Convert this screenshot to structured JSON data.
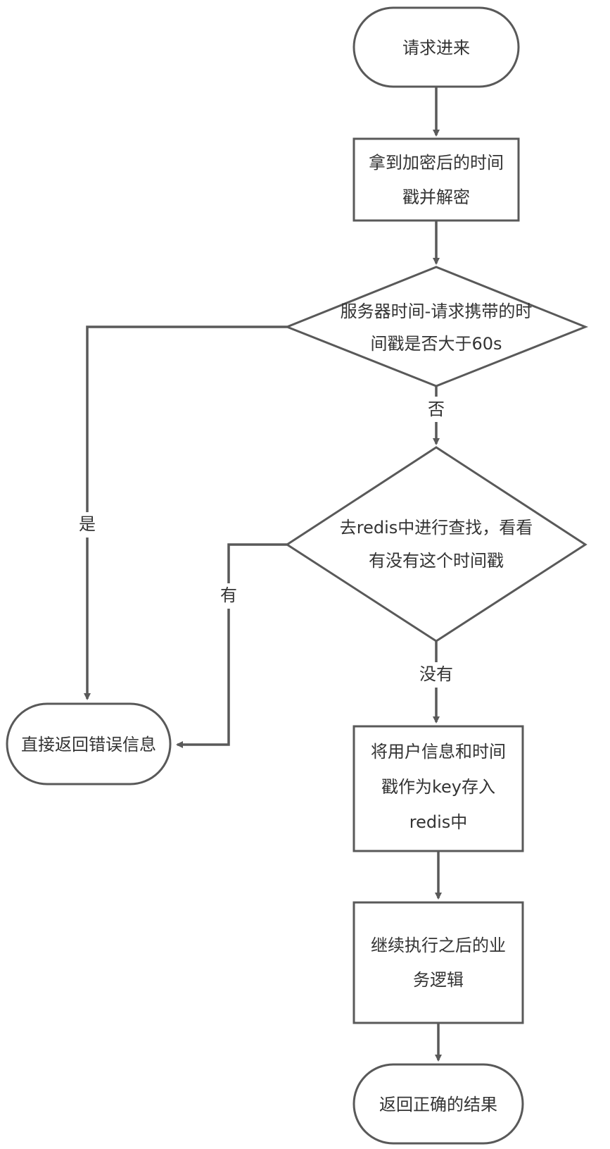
{
  "colors": {
    "stroke": "#595959",
    "text": "#333333",
    "background": "#ffffff"
  },
  "nodes": {
    "start": {
      "shape": "terminal",
      "lines": [
        "请求进来"
      ]
    },
    "decrypt": {
      "shape": "process",
      "lines": [
        "拿到加密后的时间",
        "戳并解密"
      ]
    },
    "check_time": {
      "shape": "decision",
      "lines": [
        "服务器时间-请求携带的时",
        "间戳是否大于60s"
      ]
    },
    "check_redis": {
      "shape": "decision",
      "lines": [
        "去redis中进行查找，看看",
        "有没有这个时间戳"
      ]
    },
    "error": {
      "shape": "terminal",
      "lines": [
        "直接返回错误信息"
      ]
    },
    "store": {
      "shape": "process",
      "lines": [
        "将用户信息和时间",
        "戳作为key存入",
        "redis中"
      ]
    },
    "continue": {
      "shape": "process",
      "lines": [
        "继续执行之后的业",
        "务逻辑"
      ]
    },
    "result": {
      "shape": "terminal",
      "lines": [
        "返回正确的结果"
      ]
    }
  },
  "edges": {
    "start_to_decrypt": {
      "from": "start",
      "to": "decrypt",
      "label": ""
    },
    "decrypt_to_check": {
      "from": "decrypt",
      "to": "check_time",
      "label": ""
    },
    "check_no": {
      "from": "check_time",
      "to": "check_redis",
      "label": "否"
    },
    "check_yes": {
      "from": "check_time",
      "to": "error",
      "label": "是"
    },
    "redis_has": {
      "from": "check_redis",
      "to": "error",
      "label": "有"
    },
    "redis_none": {
      "from": "check_redis",
      "to": "store",
      "label": "没有"
    },
    "store_to_continue": {
      "from": "store",
      "to": "continue",
      "label": ""
    },
    "continue_to_result": {
      "from": "continue",
      "to": "result",
      "label": ""
    }
  }
}
